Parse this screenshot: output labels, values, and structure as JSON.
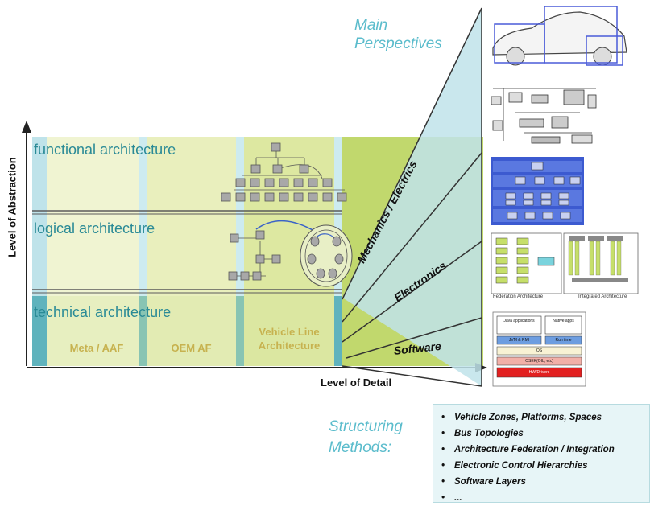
{
  "main_perspectives": {
    "line1": "Main",
    "line2": "Perspectives"
  },
  "levels": {
    "functional": "functional architecture",
    "logical": "logical architecture",
    "technical": "technical architecture"
  },
  "bands": {
    "meta": "Meta / AAF",
    "oem": "OEM AF",
    "vehicle_line1": "Vehicle Line",
    "vehicle_line2": "Architecture"
  },
  "axes": {
    "y": "Level of Abstraction",
    "x": "Level of Detail"
  },
  "perspectives": {
    "mechanics": "Mechanics / Electrics",
    "electronics": "Electronics",
    "software": "Software"
  },
  "structuring": {
    "line1": "Structuring",
    "line2": "Methods:"
  },
  "methods": [
    "Vehicle Zones, Platforms, Spaces",
    "Bus Topologies",
    "Architecture Federation / Integration",
    "Electronic Control Hierarchies",
    "Software Layers",
    "..."
  ],
  "thumbnails": {
    "federation_caption": "Federation Architecture",
    "integration_caption": "Integrated Architecture",
    "sw_blocks": [
      "Java applications",
      "Native apps",
      "JVM & RMI",
      "Run time",
      "OS",
      "OSEK(OIL, etc)",
      "HW/Drivers"
    ]
  },
  "colors": {
    "teal_text": "#2a8a96",
    "cyan_title": "#5bbccc",
    "band_label": "#c7b24f",
    "green_panel": "#a9c94a"
  }
}
